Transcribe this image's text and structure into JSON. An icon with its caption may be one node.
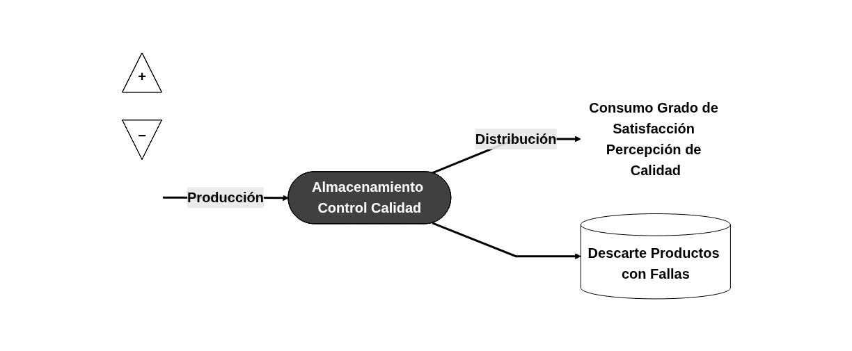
{
  "diagram": {
    "nodes": [
      {
        "text": [
          "Almacenamiento Control Calidad"
        ]
      },
      {
        "text": [
          "+"
        ]
      },
      {
        "text": [
          "Consumo Grado de Satisfacción Percepción de Calidad"
        ]
      },
      {
        "text": [
          "−"
        ]
      },
      {
        "text": [
          "Descarte Productos con Fallas"
        ]
      }
    ],
    "edges": [
      {
        "from": null,
        "to": 0,
        "arrow": "to",
        "label": "Producción"
      },
      {
        "from": 0,
        "to": 2,
        "arrow": "to",
        "label": "Distribución"
      },
      {
        "from": 0,
        "to": 4,
        "arrow": "to"
      }
    ]
  }
}
